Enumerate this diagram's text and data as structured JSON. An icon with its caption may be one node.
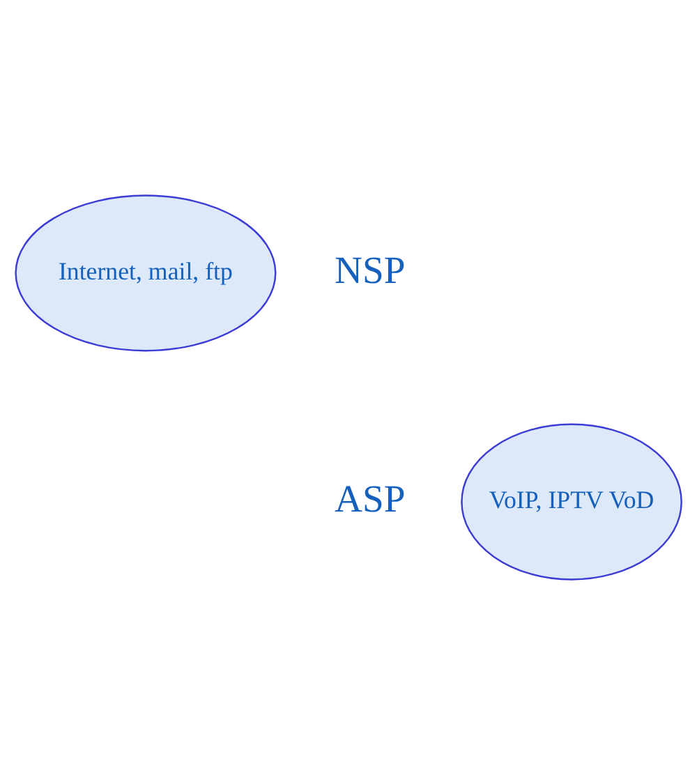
{
  "diagram": {
    "nodes": [
      {
        "text": [
          "Internet, mail, ftp"
        ],
        "beside": [
          "NSP"
        ]
      },
      {
        "text": [
          "VoIP, IPTV VoD"
        ],
        "beside": [
          "ASP"
        ]
      }
    ]
  }
}
